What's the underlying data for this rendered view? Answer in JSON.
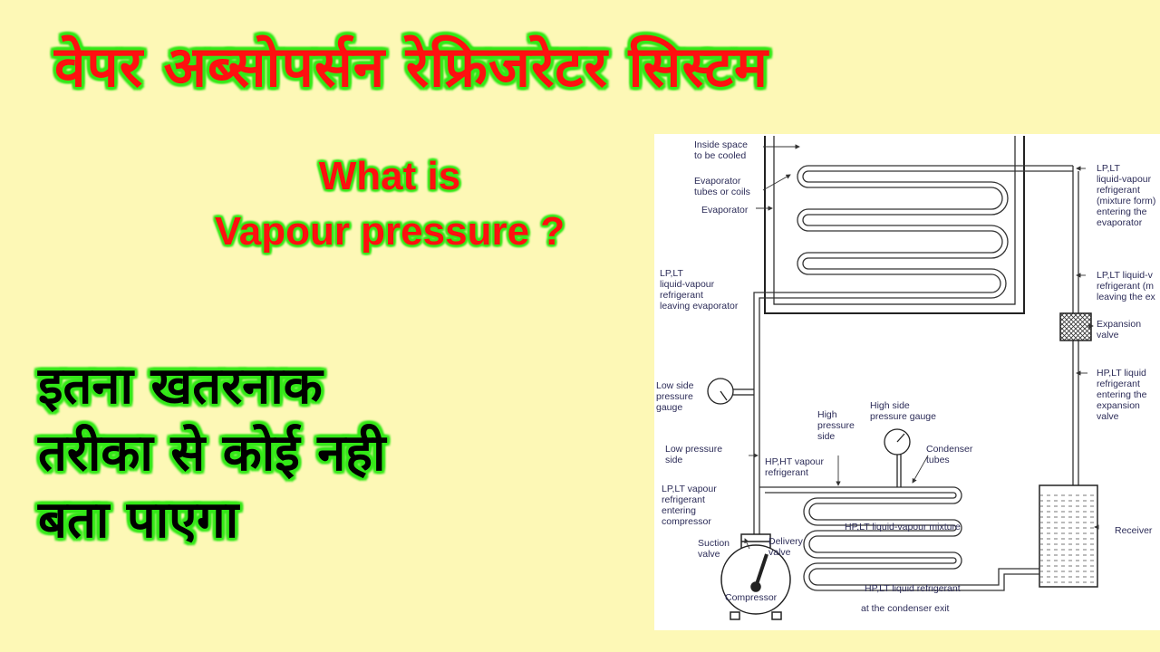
{
  "title": "वेपर अब्सोपर्सन रेफ्रिजरेटर सिस्टम",
  "question": {
    "line1": "What is",
    "line2": "Vapour pressure ?"
  },
  "hindi_text": [
    "इतना खतरनाक",
    "तरीका से कोई नही",
    "बता पाएगा"
  ],
  "diagram": {
    "labels": {
      "inside_space": "Inside space\nto be cooled",
      "evap_tubes": "Evaporator\ntubes or coils",
      "evaporator": "Evaporator",
      "lp_lt_entering": "LP,LT\nliquid-vapour\nrefrigerant\n(mixture form)\nentering the\nevaporator",
      "lp_lt_leaving_right": "LP,LT  liquid-v\nrefrigerant (m\nleaving the ex",
      "lp_lt_leaving_evap": "LP,LT\nliquid-vapour\nrefrigerant\nleaving evaporator",
      "expansion_valve": "Expansion\nvalve",
      "hp_lt_entering": "HP,LT liquid\nrefrigerant\nentering the\nexpansion\nvalve",
      "low_side_gauge": "Low side\npressure\ngauge",
      "high_side_gauge": "High side\npressure gauge",
      "high_pressure_side": "High\npressure\nside",
      "low_pressure_side": "Low pressure\nside",
      "condenser_tubes": "Condenser\ntubes",
      "hp_ht_vapour": "HP,HT vapour\nrefrigerant",
      "lp_lt_vapour": "LP,LT vapour\nrefrigerant\nentering\ncompressor",
      "hp_lt_mixture": "HP,LT  liquid-vapour mixture",
      "receiver": "Receiver",
      "suction_valve": "Suction\nvalve",
      "delivery_valve": "Delivery\nvalve",
      "compressor": "Compressor",
      "hp_lt_liquid": "HP,LT  liquid refrigerant",
      "condenser_exit": "at the condenser exit"
    }
  },
  "colors": {
    "title_red": "#ff1010",
    "glow_green": "#35e81a",
    "background": "#fdf8b6"
  }
}
